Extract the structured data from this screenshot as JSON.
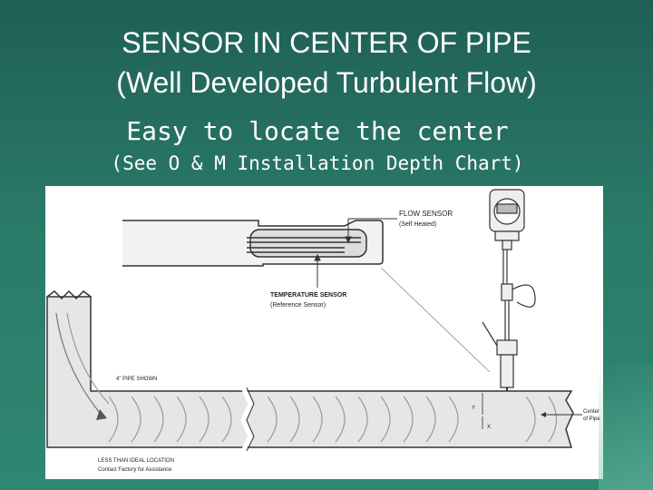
{
  "slide": {
    "title_line1": "SENSOR IN CENTER OF PIPE",
    "title_line2": "(Well Developed Turbulent Flow)",
    "subtitle": "Easy to locate the center",
    "note": "(See O & M Installation Depth Chart)"
  },
  "diagram": {
    "flow_sensor": "FLOW SENSOR",
    "flow_sensor_sub": "(Self Heated)",
    "temp_sensor": "TEMPERATURE SENSOR",
    "temp_sensor_sub": "(Reference Sensor)",
    "pipe_shown": "4\" PIPE SHOWN",
    "center_of_pipe_1": "Center",
    "center_of_pipe_2": "of Pipe",
    "dim_y": "Y",
    "dim_x": "X",
    "warning_1": "LESS THAN IDEAL LOCATION",
    "warning_2": "Contact Factory for Assistance",
    "line_color": "#333333",
    "pipe_fill": "#e6e6e6"
  }
}
